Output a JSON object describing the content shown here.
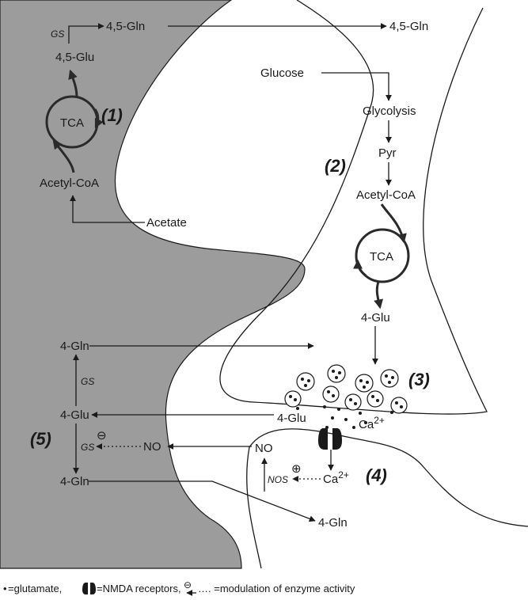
{
  "colors": {
    "astrocyte_fill": "#9c9c9c",
    "line": "#1a1a1a",
    "background": "#ffffff"
  },
  "astrocyte": {
    "gs_top": "GS",
    "gln_top": "4,5-Gln",
    "glu_top": "4,5-Glu",
    "tca": "TCA",
    "acetyl_coa": "Acetyl-CoA",
    "acetate": "Acetate",
    "gln_mid": "4-Gln",
    "gs_mid": "GS",
    "glu_mid": "4-Glu",
    "gs_low": "GS",
    "no_left": "NO",
    "gln_low": "4-Gln",
    "minus_sign": "⊖"
  },
  "neuron": {
    "gln_right": "4,5-Gln",
    "glucose": "Glucose",
    "glycolysis": "Glycolysis",
    "pyr": "Pyr",
    "acetyl_coa": "Acetyl-CoA",
    "tca": "TCA",
    "glu": "4-Glu"
  },
  "synapse": {
    "glu": "4-Glu",
    "ca_top": "Ca",
    "ca_top_sup": "2+",
    "no": "NO",
    "nos": "NOS",
    "plus_sign": "⊕",
    "ca_bottom": "Ca",
    "ca_bottom_sup": "2+",
    "gln_bottom": "4-Gln"
  },
  "steps": {
    "step1": "(1)",
    "step2": "(2)",
    "step3": "(3)",
    "step4": "(4)",
    "step5": "(5)"
  },
  "legend": {
    "bullet": "•",
    "glutamate": " =glutamate,",
    "nmda": "=NMDA receptors,",
    "modulation": "…. =modulation of enzyme activity",
    "minus_sign": "⊖"
  }
}
